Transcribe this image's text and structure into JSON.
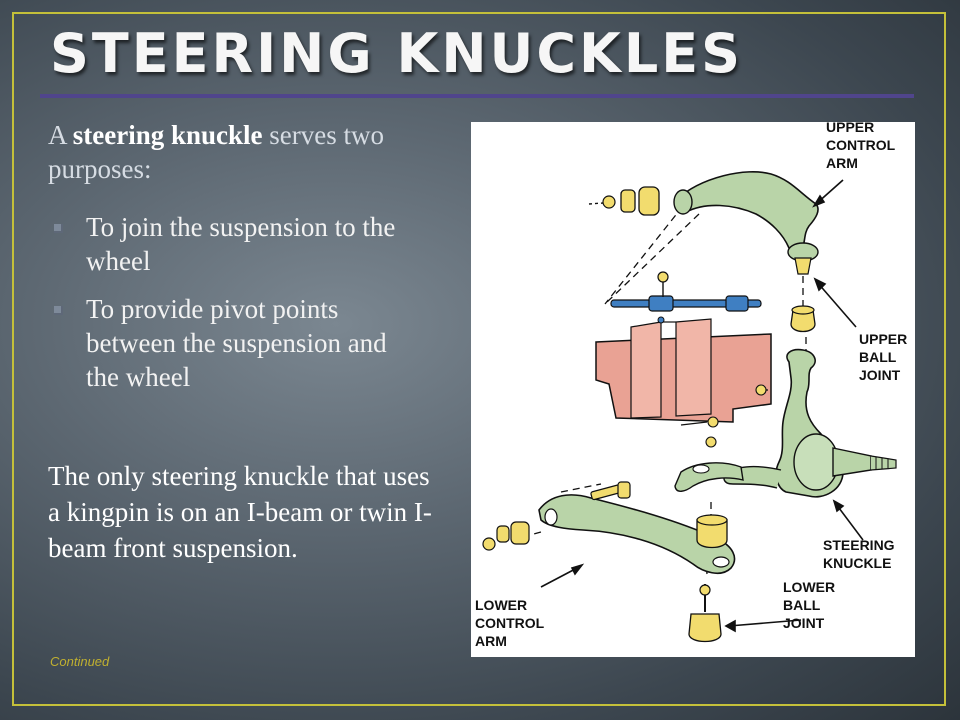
{
  "slide": {
    "title": "STEERING KNUCKLES",
    "intro_prefix": "A ",
    "intro_bold": "steering knuckle",
    "intro_suffix": " serves two purposes:",
    "bullets": [
      "To join the suspension to the wheel",
      "To provide pivot points between the suspension and the wheel"
    ],
    "closing": "The only steering knuckle that uses a kingpin is on an I-beam or twin I-beam front suspension.",
    "continued": "Continued"
  },
  "diagram": {
    "labels": {
      "upper_control_arm": [
        "UPPER",
        "CONTROL",
        "ARM"
      ],
      "upper_ball_joint": [
        "UPPER",
        "BALL",
        "JOINT"
      ],
      "steering_knuckle": [
        "STEERING",
        "KNUCKLE"
      ],
      "lower_ball_joint": [
        "LOWER",
        "BALL",
        "JOINT"
      ],
      "lower_control_arm": [
        "LOWER",
        "CONTROL",
        "ARM"
      ]
    }
  },
  "colors": {
    "frame": "#c4c03a",
    "title_rule": "#50458c",
    "arm_green": "#b9d4a8",
    "frame_pink": "#e9a294",
    "bushing_yellow": "#f2dc6e",
    "tie_rod_blue": "#3f7fc2"
  }
}
